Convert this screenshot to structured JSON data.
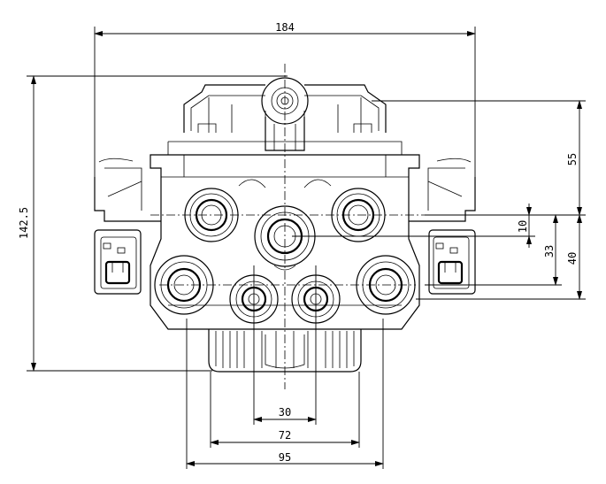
{
  "drawing": {
    "dimensions": {
      "overall_width": "184",
      "overall_height": "142.5",
      "right_upper": "55",
      "right_small": "10",
      "right_mid": "33",
      "right_lower": "40",
      "bottom_inner": "30",
      "bottom_mid": "72",
      "bottom_outer": "95"
    }
  }
}
